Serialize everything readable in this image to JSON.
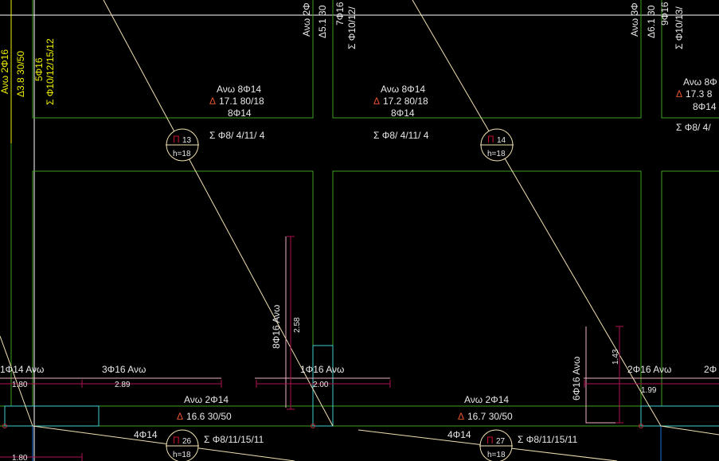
{
  "colors": {
    "background": "#000000",
    "slab": "#40a020",
    "beam": "#40c0c0",
    "rebar": "#f0b0c0",
    "dimension": "#b01050",
    "axis": "#ffffff",
    "section_line": "#f0e0b0",
    "column": "#f0f000",
    "delta": "#e05030"
  },
  "column_left": {
    "label1": "Ανω 2Φ16",
    "label2": "Δ3.8  30/50",
    "label3": "5Φ16",
    "label4": "Σ Φ10/12/15/12"
  },
  "column_mid": {
    "label1": "Ανω 2Φ",
    "label2": "Δ5.1  30",
    "label3": "7Φ16",
    "label4": "Σ Φ10/12/"
  },
  "column_right": {
    "label1": "Ανω 3Φ",
    "label2": "Δ6.1  30",
    "label3": "9Φ16",
    "label4": "Σ Φ10/13/"
  },
  "beams_top": [
    {
      "top": "Ανω 8Φ14",
      "delta": "Δ",
      "name": "17.1  80/18",
      "bottom": "8Φ14",
      "stirrups": "Σ Φ8/ 4/11/ 4"
    },
    {
      "top": "Ανω 8Φ14",
      "delta": "Δ",
      "name": "17.2  80/18",
      "bottom": "8Φ14",
      "stirrups": "Σ Φ8/ 4/11/ 4"
    },
    {
      "top": "Ανω 8Φ",
      "delta": "Δ",
      "name": "17.3  8",
      "bottom": "8Φ14",
      "stirrups": "Σ Φ8/ 4/"
    }
  ],
  "slabs": [
    {
      "prefix": "Π",
      "number": "13",
      "height": "h=18"
    },
    {
      "prefix": "Π",
      "number": "14",
      "height": "h=18"
    },
    {
      "prefix": "Π",
      "number": "26",
      "height": "h=18"
    },
    {
      "prefix": "Π",
      "number": "27",
      "height": "h=18"
    }
  ],
  "beams_bottom": [
    {
      "top": "Ανω 2Φ14",
      "delta": "Δ",
      "name": "16.6  30/50",
      "bottom": "4Φ14",
      "stirrups": "Σ Φ8/11/15/11"
    },
    {
      "top": "Ανω 2Φ14",
      "delta": "Δ",
      "name": "16.7  30/50",
      "bottom": "4Φ14",
      "stirrups": "Σ Φ8/11/15/11"
    }
  ],
  "rebars": [
    {
      "label": "1Φ14 Ανω",
      "length": "1.80"
    },
    {
      "label": "3Φ16 Ανω",
      "length": "2.89"
    },
    {
      "label": "1Φ16 Ανω",
      "length": "2.00"
    },
    {
      "label": "8Φ16 Ανω",
      "length": "2.58"
    },
    {
      "label": "6Φ16 Ανω",
      "length": "1.43"
    },
    {
      "label": "2Φ16 Ανω",
      "length": "1.99"
    },
    {
      "label": "2Φ",
      "length": ""
    },
    {
      "label": "",
      "length": "1.80"
    }
  ]
}
